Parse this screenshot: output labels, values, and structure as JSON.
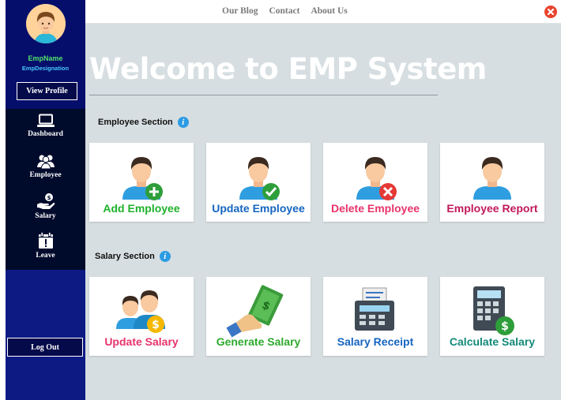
{
  "profile": {
    "name": "EmpName",
    "designation": "EmpDesignation",
    "view_profile_label": "View Profile"
  },
  "nav": {
    "items": [
      {
        "label": "Dashboard",
        "icon": "laptop-icon"
      },
      {
        "label": "Employee",
        "icon": "employees-icon"
      },
      {
        "label": "Salary",
        "icon": "salary-hand-icon"
      },
      {
        "label": "Leave",
        "icon": "calendar-icon"
      }
    ],
    "logout_label": "Log Out"
  },
  "topbar": {
    "links": [
      "Our Blog",
      "Contact",
      "About Us"
    ],
    "close_icon": "close-icon"
  },
  "main": {
    "welcome": "Welcome to EMP System",
    "employee_section": {
      "title": "Employee Section",
      "cards": [
        {
          "label": "Add Employee",
          "color": "#1fb12a",
          "icon": "add-employee-icon"
        },
        {
          "label": "Update Employee",
          "color": "#1565c0",
          "icon": "update-employee-icon"
        },
        {
          "label": "Delete Employee",
          "color": "#e8336b",
          "icon": "delete-employee-icon"
        },
        {
          "label": "Employee Report",
          "color": "#c2185b",
          "icon": "employee-report-icon"
        }
      ]
    },
    "salary_section": {
      "title": "Salary Section",
      "cards": [
        {
          "label": "Update Salary",
          "color": "#e8336b",
          "icon": "update-salary-icon"
        },
        {
          "label": "Generate Salary",
          "color": "#2eaa2e",
          "icon": "generate-salary-icon"
        },
        {
          "label": "Salary Receipt",
          "color": "#1565c0",
          "icon": "salary-receipt-icon"
        },
        {
          "label": "Calculate Salary",
          "color": "#14897a",
          "icon": "calculate-salary-icon"
        }
      ]
    }
  },
  "colors": {
    "sidebar": "#060e6b",
    "nav": "#000a2b",
    "main_bg": "#d6dee1",
    "close": "#e8442e",
    "info": "#2c9be3"
  }
}
